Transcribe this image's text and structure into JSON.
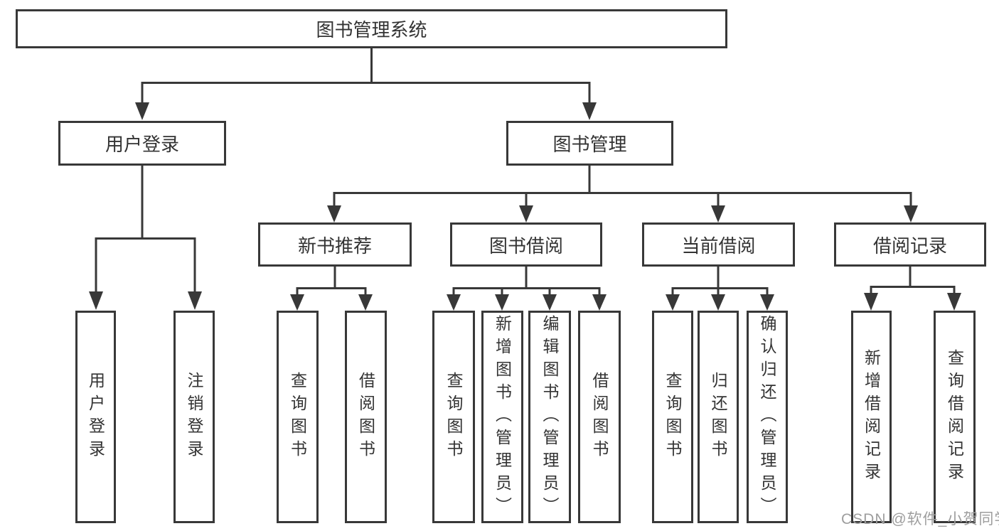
{
  "diagram": {
    "root": "图书管理系统",
    "children": [
      {
        "label": "用户登录",
        "children": [
          "用户登录",
          "注销登录"
        ]
      },
      {
        "label": "图书管理",
        "children": [
          {
            "label": "新书推荐",
            "children": [
              "查询图书",
              "借阅图书"
            ]
          },
          {
            "label": "图书借阅",
            "children": [
              "查询图书",
              "新增图书（管理员）",
              "编辑图书（管理员）",
              "借阅图书"
            ]
          },
          {
            "label": "当前借阅",
            "children": [
              "查询图书",
              "归还图书",
              "确认归还（管理员）"
            ]
          },
          {
            "label": "借阅记录",
            "children": [
              "新增借阅记录",
              "查询借阅记录"
            ]
          }
        ]
      }
    ]
  },
  "watermark": {
    "text": "CSDN @软件_小贺同学",
    "color": "#9E9E9E"
  },
  "colors": {
    "line": "#383838",
    "text": "#333333",
    "background": "#FFFFFF"
  }
}
